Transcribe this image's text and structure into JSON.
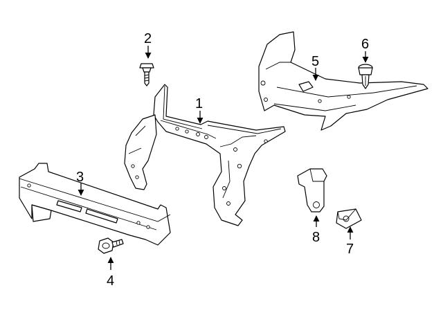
{
  "callouts": [
    {
      "id": "1",
      "label": "1",
      "part": "radiator-support-center"
    },
    {
      "id": "2",
      "label": "2",
      "part": "bolt"
    },
    {
      "id": "3",
      "label": "3",
      "part": "lower-tie-bar"
    },
    {
      "id": "4",
      "label": "4",
      "part": "bolt"
    },
    {
      "id": "5",
      "label": "5",
      "part": "upper-tie-bar"
    },
    {
      "id": "6",
      "label": "6",
      "part": "push-pin-clip"
    },
    {
      "id": "7",
      "label": "7",
      "part": "nut"
    },
    {
      "id": "8",
      "label": "8",
      "part": "bracket"
    }
  ]
}
